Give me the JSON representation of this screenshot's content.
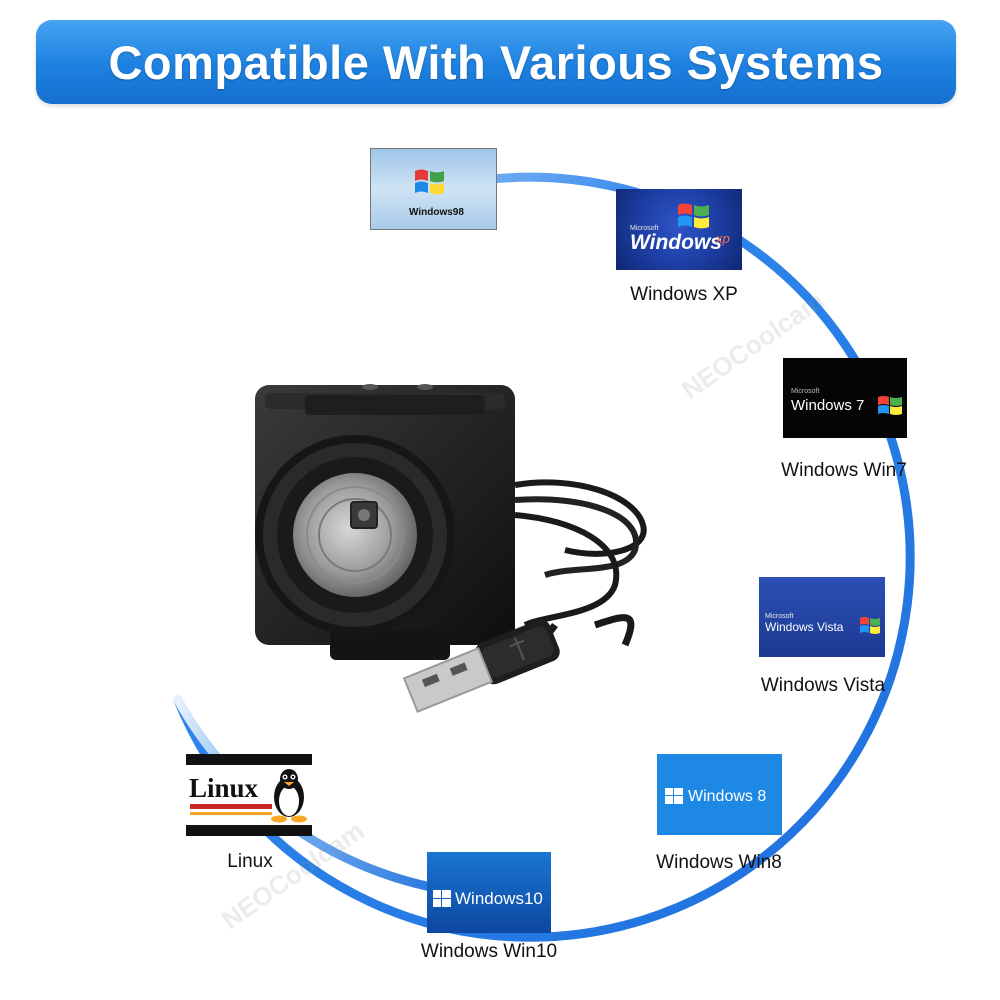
{
  "banner": {
    "title": "Compatible With Various Systems"
  },
  "watermark": "NEOCoolcam",
  "systems": [
    {
      "id": "win98",
      "logo_text": "Windows98",
      "label": ""
    },
    {
      "id": "winxp",
      "logo_text": "Windows",
      "logo_suffix": "xp",
      "logo_small": "Microsoft",
      "label": "Windows XP"
    },
    {
      "id": "win7",
      "logo_text": "Windows 7",
      "logo_small": "Microsoft",
      "label": "Windows Win7"
    },
    {
      "id": "vista",
      "logo_text": "Windows Vista",
      "logo_small": "Microsoft",
      "label": "Windows Vista"
    },
    {
      "id": "win8",
      "logo_text": "Windows 8",
      "label": "Windows Win8"
    },
    {
      "id": "win10",
      "logo_text": "Windows10",
      "label": "Windows Win10"
    },
    {
      "id": "linux",
      "logo_text": "Linux",
      "label": "Linux"
    }
  ],
  "colors": {
    "banner": "#1d80e0",
    "ring": "#2a7fe8",
    "win8_tile": "#1e88e5",
    "win10_tile": "#1565c0",
    "xp_tile": "#1a3a9c"
  },
  "icons": [
    "usb-camera-image",
    "windows-flag-icon",
    "tux-penguin-icon"
  ]
}
